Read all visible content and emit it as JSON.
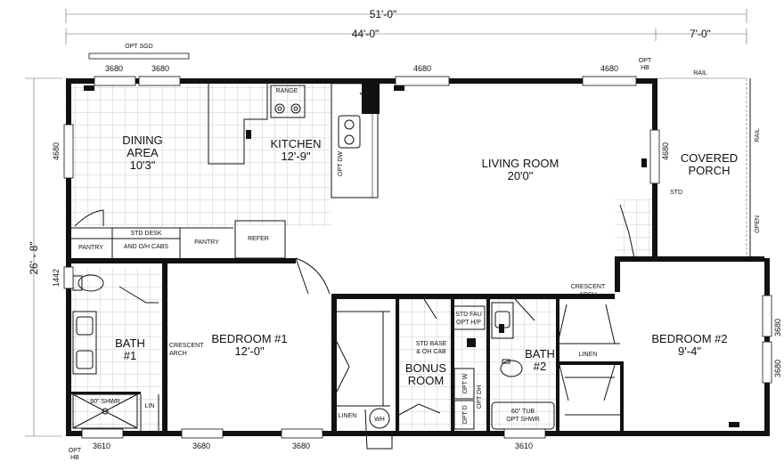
{
  "dimensions": {
    "overall_width": "51'-0\"",
    "main_width": "44'-0\"",
    "porch_width": "7'-0\"",
    "overall_depth": "26' - 8\""
  },
  "rooms": {
    "dining": [
      "DINING",
      "AREA",
      "10'3\""
    ],
    "kitchen": [
      "KITCHEN",
      "12'-9\""
    ],
    "living": [
      "LIVING ROOM",
      "20'0\""
    ],
    "porch": [
      "COVERED",
      "PORCH"
    ],
    "bedroom1": [
      "BEDROOM #1",
      "12'-0\""
    ],
    "bedroom2": [
      "BEDROOM #2",
      "9'-4\""
    ],
    "bath1": [
      "BATH",
      "#1"
    ],
    "bath2": [
      "BATH",
      "#2"
    ],
    "bonus": [
      "BONUS",
      "ROOM"
    ]
  },
  "fixtures": {
    "range": "RANGE",
    "pantry_left": "PANTRY",
    "std_desk": [
      "STD DESK",
      "AND O/H CABS"
    ],
    "pantry": "PANTRY",
    "refer": "REFER",
    "opt_dw": "OPT DW",
    "std": "STD",
    "rail": "RAIL",
    "open": "OPEN",
    "crescent_arch_1": [
      "CRESCENT",
      "ARCH"
    ],
    "crescent_arch_2": [
      "CRESCENT",
      "ARCH"
    ],
    "linen_1": "LINEN",
    "linen_2": "LINEN",
    "lin": "LIN",
    "shower": "60\" SHWR",
    "tub": [
      "60\" TUB",
      "OPT SHWR"
    ],
    "std_fau": [
      "STD FAU",
      "OPT H/P"
    ],
    "std_base": [
      "STD BASE",
      "& OH CAB"
    ],
    "opt_w": "OPT W",
    "opt_d": "OPT D",
    "opt_dh": "OPT DH",
    "wh": "WH",
    "opt_sgd": "OPT SGD",
    "opt_hb_top": [
      "OPT",
      "HB"
    ],
    "opt_hb_bottom": [
      "OPT",
      "HB"
    ]
  },
  "windows": {
    "top_1": "3680",
    "top_2": "3680",
    "top_3": "4680",
    "top_4": "4680",
    "left_dining": "4680",
    "left_bath": "1442",
    "porch_wall": "4680",
    "right_1": "3680",
    "right_2": "3680",
    "bottom_1": "3610",
    "bottom_2": "3680",
    "bottom_3": "3680",
    "bottom_4": "3610"
  }
}
